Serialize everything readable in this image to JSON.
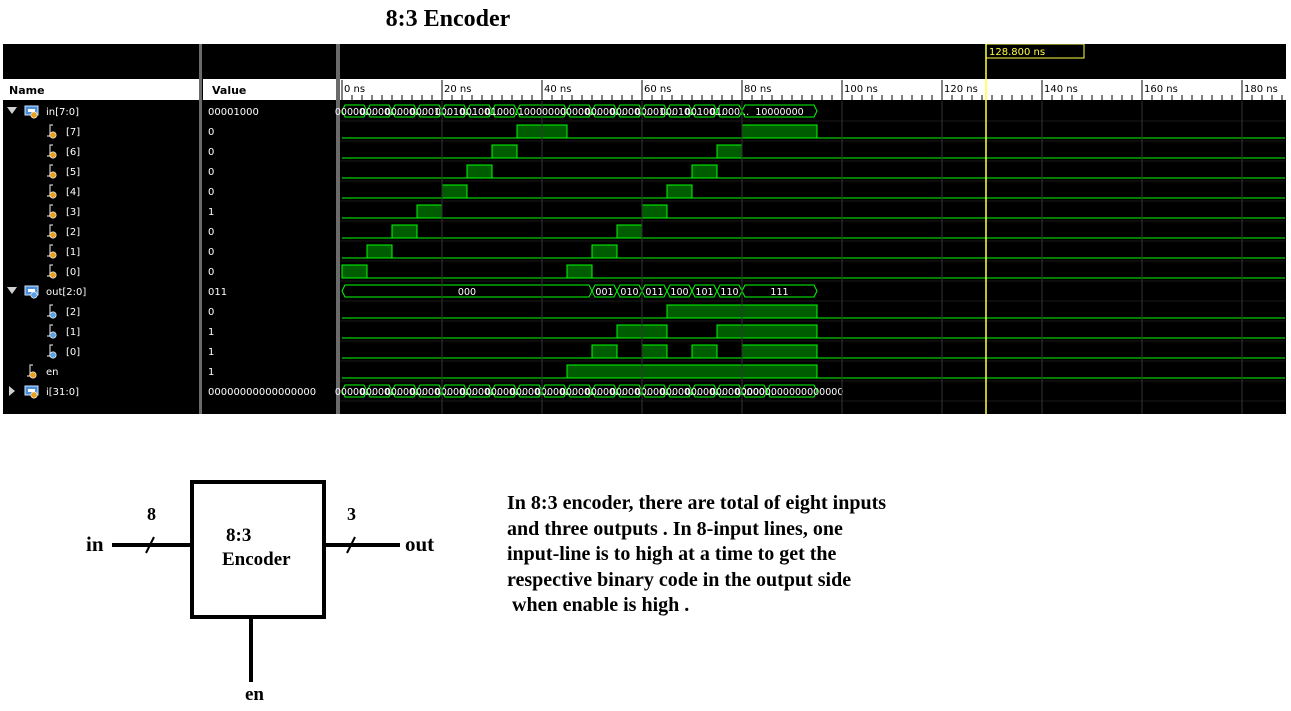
{
  "title": "8:3 Encoder",
  "panel": {
    "name_header": "Name",
    "value_header": "Value",
    "cursor_label": "128.800 ns",
    "time_labels": [
      "0 ns",
      "20 ns",
      "40 ns",
      "60 ns",
      "80 ns",
      "100 ns",
      "120 ns",
      "140 ns",
      "160 ns",
      "180 ns"
    ]
  },
  "signals": [
    {
      "name": "in[7:0]",
      "value": "00001000",
      "kind": "bus",
      "icon": "bus-input-icon",
      "expand": "expanded",
      "segments": [
        {
          "t0": 0,
          "t1": 5,
          "label": "00000..."
        },
        {
          "t0": 5,
          "t1": 10,
          "label": "00000..."
        },
        {
          "t0": 10,
          "t1": 15,
          "label": "00000..."
        },
        {
          "t0": 15,
          "t1": 20,
          "label": "00001..."
        },
        {
          "t0": 20,
          "t1": 25,
          "label": "00010..."
        },
        {
          "t0": 25,
          "t1": 30,
          "label": "00100..."
        },
        {
          "t0": 30,
          "t1": 35,
          "label": "01000..."
        },
        {
          "t0": 35,
          "t1": 45,
          "label": "10000000"
        },
        {
          "t0": 45,
          "t1": 50,
          "label": "00000..."
        },
        {
          "t0": 50,
          "t1": 55,
          "label": "00000..."
        },
        {
          "t0": 55,
          "t1": 60,
          "label": "00000..."
        },
        {
          "t0": 60,
          "t1": 65,
          "label": "00001..."
        },
        {
          "t0": 65,
          "t1": 70,
          "label": "00010..."
        },
        {
          "t0": 70,
          "t1": 75,
          "label": "00100..."
        },
        {
          "t0": 75,
          "t1": 80,
          "label": "01000..."
        },
        {
          "t0": 80,
          "t1": 95,
          "label": "10000000"
        }
      ]
    },
    {
      "name": "[7]",
      "value": "0",
      "kind": "bit",
      "icon": "bit-input-icon",
      "high": [
        [
          35,
          45
        ],
        [
          80,
          95
        ]
      ]
    },
    {
      "name": "[6]",
      "value": "0",
      "kind": "bit",
      "icon": "bit-input-icon",
      "high": [
        [
          30,
          35
        ],
        [
          75,
          80
        ]
      ]
    },
    {
      "name": "[5]",
      "value": "0",
      "kind": "bit",
      "icon": "bit-input-icon",
      "high": [
        [
          25,
          30
        ],
        [
          70,
          75
        ]
      ]
    },
    {
      "name": "[4]",
      "value": "0",
      "kind": "bit",
      "icon": "bit-input-icon",
      "high": [
        [
          20,
          25
        ],
        [
          65,
          70
        ]
      ]
    },
    {
      "name": "[3]",
      "value": "1",
      "kind": "bit",
      "icon": "bit-input-icon",
      "high": [
        [
          15,
          20
        ],
        [
          60,
          65
        ]
      ]
    },
    {
      "name": "[2]",
      "value": "0",
      "kind": "bit",
      "icon": "bit-input-icon",
      "high": [
        [
          10,
          15
        ],
        [
          55,
          60
        ]
      ]
    },
    {
      "name": "[1]",
      "value": "0",
      "kind": "bit",
      "icon": "bit-input-icon",
      "high": [
        [
          5,
          10
        ],
        [
          50,
          55
        ]
      ]
    },
    {
      "name": "[0]",
      "value": "0",
      "kind": "bit",
      "icon": "bit-input-icon",
      "high": [
        [
          0,
          5
        ],
        [
          45,
          50
        ]
      ]
    },
    {
      "name": "out[2:0]",
      "value": "011",
      "kind": "bus",
      "icon": "bus-output-icon",
      "expand": "expanded",
      "segments": [
        {
          "t0": 0,
          "t1": 50,
          "label": "000"
        },
        {
          "t0": 50,
          "t1": 55,
          "label": "001"
        },
        {
          "t0": 55,
          "t1": 60,
          "label": "010"
        },
        {
          "t0": 60,
          "t1": 65,
          "label": "011"
        },
        {
          "t0": 65,
          "t1": 70,
          "label": "100"
        },
        {
          "t0": 70,
          "t1": 75,
          "label": "101"
        },
        {
          "t0": 75,
          "t1": 80,
          "label": "110"
        },
        {
          "t0": 80,
          "t1": 95,
          "label": "111"
        }
      ]
    },
    {
      "name": "[2]",
      "value": "0",
      "kind": "bit",
      "icon": "bit-output-icon",
      "high": [
        [
          65,
          95
        ]
      ]
    },
    {
      "name": "[1]",
      "value": "1",
      "kind": "bit",
      "icon": "bit-output-icon",
      "high": [
        [
          55,
          65
        ],
        [
          75,
          95
        ]
      ]
    },
    {
      "name": "[0]",
      "value": "1",
      "kind": "bit",
      "icon": "bit-output-icon",
      "high": [
        [
          50,
          55
        ],
        [
          60,
          65
        ],
        [
          70,
          75
        ],
        [
          80,
          95
        ]
      ]
    },
    {
      "name": "en",
      "value": "1",
      "kind": "bit",
      "icon": "bit-input-icon",
      "high": [
        [
          45,
          95
        ]
      ]
    },
    {
      "name": "i[31:0]",
      "value": "00000000000000000",
      "kind": "bus",
      "icon": "bus-input-icon",
      "expand": "collapsed",
      "segments": [
        {
          "t0": 0,
          "t1": 5,
          "label": "00000..."
        },
        {
          "t0": 5,
          "t1": 10,
          "label": "00000..."
        },
        {
          "t0": 10,
          "t1": 15,
          "label": "00000..."
        },
        {
          "t0": 15,
          "t1": 20,
          "label": "00000..."
        },
        {
          "t0": 20,
          "t1": 25,
          "label": "00000..."
        },
        {
          "t0": 25,
          "t1": 30,
          "label": "00000..."
        },
        {
          "t0": 30,
          "t1": 35,
          "label": "00000..."
        },
        {
          "t0": 35,
          "t1": 40,
          "label": "00000..."
        },
        {
          "t0": 40,
          "t1": 45,
          "label": "00000..."
        },
        {
          "t0": 45,
          "t1": 50,
          "label": "00000..."
        },
        {
          "t0": 50,
          "t1": 55,
          "label": "00000..."
        },
        {
          "t0": 55,
          "t1": 60,
          "label": "00000..."
        },
        {
          "t0": 60,
          "t1": 65,
          "label": "00000..."
        },
        {
          "t0": 65,
          "t1": 70,
          "label": "00000..."
        },
        {
          "t0": 70,
          "t1": 75,
          "label": "00000..."
        },
        {
          "t0": 75,
          "t1": 80,
          "label": "00000..."
        },
        {
          "t0": 80,
          "t1": 85,
          "label": "00000..."
        },
        {
          "t0": 85,
          "t1": 95,
          "label": "00000000000000000"
        }
      ]
    }
  ],
  "block": {
    "name_line1": "8:3",
    "name_line2": "Encoder",
    "input": "in",
    "output": "out",
    "enable": "en",
    "in_width": "8",
    "out_width": "3"
  },
  "description": [
    "In 8:3 encoder, there are total of eight inputs",
    "and three outputs . In 8-input lines, one",
    "input-line is to high at a time to get the",
    "respective binary code in the output side",
    " when enable is high ."
  ],
  "colors": {
    "wave": "#00ff00",
    "fill": "#005c00",
    "cursor": "#ffff44",
    "background": "#000000",
    "header": "#ffffff"
  }
}
